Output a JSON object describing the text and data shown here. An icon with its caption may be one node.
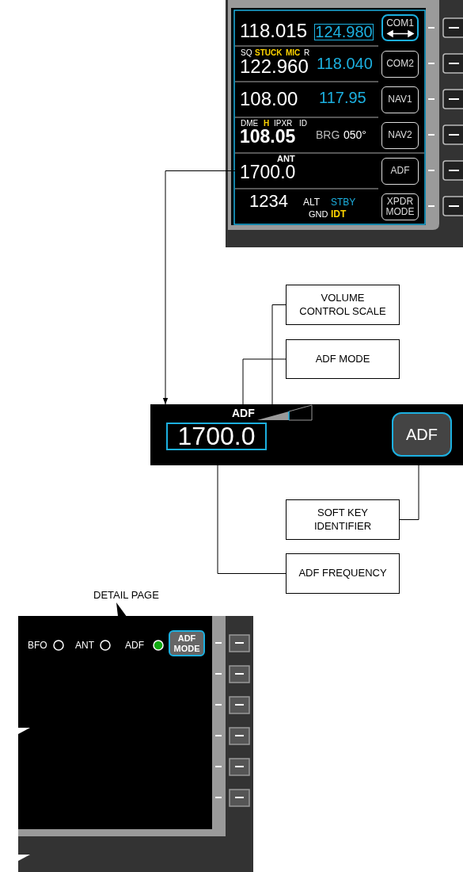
{
  "diagram": {
    "nodes": [
      {
        "text": [
          "ANT",
          "1700.0"
        ]
      },
      {
        "text": [],
        "shape": "box"
      },
      {
        "text": [
          "ADF"
        ],
        "in": 1
      },
      {
        "text": [
          "1700.0"
        ],
        "in": 1
      },
      {
        "text": [],
        "shape": "triangle",
        "in": 1
      },
      {
        "text": [
          "ADF"
        ],
        "in": 1
      },
      {
        "text": [
          "VOLUME CONTROL SCALE"
        ]
      },
      {
        "text": [
          "ADF MODE"
        ]
      },
      {
        "text": [
          "SOFT KEY IDENTIFIER"
        ]
      },
      {
        "text": [
          "ADF FREQUENCY"
        ]
      }
    ],
    "edges": [
      {
        "from": 0,
        "to": 1,
        "arrow": "to"
      },
      {
        "from": 6,
        "to": 4,
        "arrow": "none"
      },
      {
        "from": 7,
        "to": 2,
        "arrow": "none"
      },
      {
        "from": 8,
        "to": 5,
        "arrow": "none"
      },
      {
        "from": 9,
        "to": 3,
        "arrow": "none"
      }
    ],
    "labels": [
      "118.015",
      "124.980",
      "COM1",
      "SQ",
      "STUCK",
      "MIC",
      "R",
      "122.960",
      "118.040",
      "COM2",
      "108.00",
      "117.95",
      "NAV1",
      "DME",
      "H",
      "IPXR",
      "ID",
      "108.05",
      "BRG",
      "050°",
      "NAV2",
      "ADF",
      "1234",
      "ALT",
      "STBY",
      "GND",
      "IDT",
      "XPDR MODE",
      "DETAIL PAGE",
      "BFO",
      "ANT",
      "ADF",
      "ADF MODE"
    ]
  }
}
